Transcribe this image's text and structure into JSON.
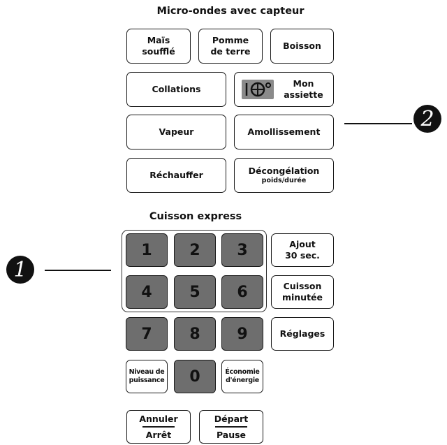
{
  "sensor_section": {
    "title": "Micro-ondes avec capteur",
    "buttons": {
      "popcorn": {
        "line1": "Maïs",
        "line2": "soufflé"
      },
      "potato": {
        "line1": "Pomme",
        "line2": "de terre"
      },
      "beverage": "Boisson",
      "snacks": "Collations",
      "my_plate": {
        "line1": "Mon",
        "line2": "assiette",
        "icon": "plate-fork-icon"
      },
      "steam": "Vapeur",
      "soften": "Amollissement",
      "reheat": "Réchauffer",
      "defrost": {
        "label": "Décongélation",
        "sub": "poids/durée"
      }
    }
  },
  "express_section": {
    "title": "Cuisson express",
    "keys": [
      "1",
      "2",
      "3",
      "4",
      "5",
      "6",
      "7",
      "8",
      "9",
      "0"
    ],
    "add30": {
      "line1": "Ajout",
      "line2": "30 sec."
    },
    "timed": {
      "line1": "Cuisson",
      "line2": "minutée"
    },
    "settings": "Réglages",
    "power_level": {
      "line1": "Niveau de",
      "line2": "puissance"
    },
    "energy_saver": {
      "line1": "Économie",
      "line2": "d'énergie"
    },
    "cancel": {
      "top": "Annuler",
      "bottom": "Arrêt"
    },
    "start": {
      "top": "Départ",
      "bottom": "Pause"
    }
  },
  "callouts": {
    "one": "1",
    "two": "2"
  },
  "colors": {
    "number_key": "#6e6e6e",
    "outline": "#1a1a1a",
    "background": "#ffffff"
  }
}
